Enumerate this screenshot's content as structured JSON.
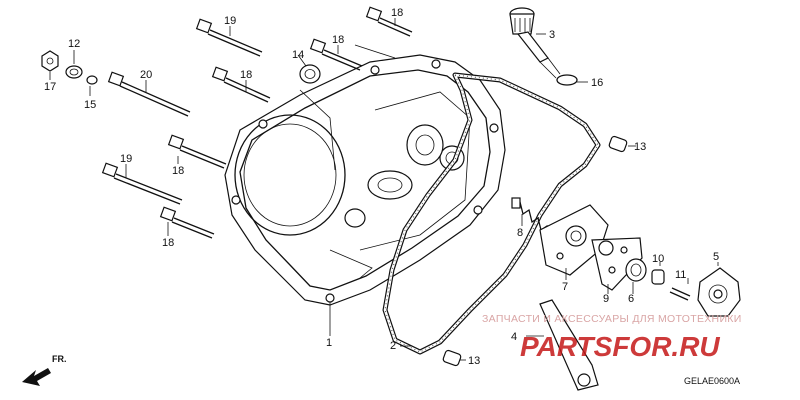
{
  "callouts": {
    "n1": "1",
    "n2": "2",
    "n3": "3",
    "n4": "4",
    "n5": "5",
    "n6": "6",
    "n7": "7",
    "n8": "8",
    "n9": "9",
    "n10": "10",
    "n11": "11",
    "n12": "12",
    "n13a": "13",
    "n13b": "13",
    "n14": "14",
    "n15": "15",
    "n16": "16",
    "n17": "17",
    "n18a": "18",
    "n18b": "18",
    "n18c": "18",
    "n18d": "18",
    "n18e": "18",
    "n19a": "19",
    "n19b": "19",
    "n20": "20"
  },
  "direction": {
    "label": "FR."
  },
  "diagram_code": "GELAE0600A",
  "watermark": {
    "small_text": "ЗАПЧАСТИ И АКСЕССУАРЫ ДЛЯ МОТОТЕХНИКИ",
    "brand_text": "PARTSFOR.RU",
    "color": "#c51818"
  }
}
